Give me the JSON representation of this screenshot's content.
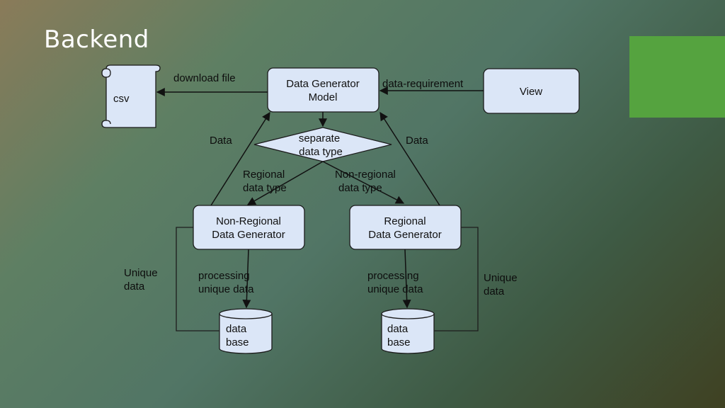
{
  "slide": {
    "title": "Backend"
  },
  "nodes": {
    "csv": "csv",
    "model_line1": "Data Generator",
    "model_line2": "Model",
    "view": "View",
    "separate_line1": "separate",
    "separate_line2": "data type",
    "nonregional_line1": "Non-Regional",
    "nonregional_line2": "Data Generator",
    "regional_line1": "Regional",
    "regional_line2": "Data Generator",
    "db_left_line1": "data",
    "db_left_line2": "base",
    "db_right_line1": "data",
    "db_right_line2": "base"
  },
  "edges": {
    "download_file": "download file",
    "data_requirement": "data-requirement",
    "data_left": "Data",
    "data_right": "Data",
    "regional_type_line1": "Regional",
    "regional_type_line2": "data type",
    "nonregional_type_line1": "Non-regional",
    "nonregional_type_line2": "data type",
    "unique_left_line1": "Unique",
    "unique_left_line2": "data",
    "unique_right_line1": "Unique",
    "unique_right_line2": "data",
    "processing_left_line1": "processing",
    "processing_left_line2": "unique data",
    "processing_right_line1": "processing",
    "processing_right_line2": "unique data"
  },
  "colors": {
    "node_fill": "#dbe6f7",
    "accent": "#55a33f",
    "title": "#ffffff"
  }
}
